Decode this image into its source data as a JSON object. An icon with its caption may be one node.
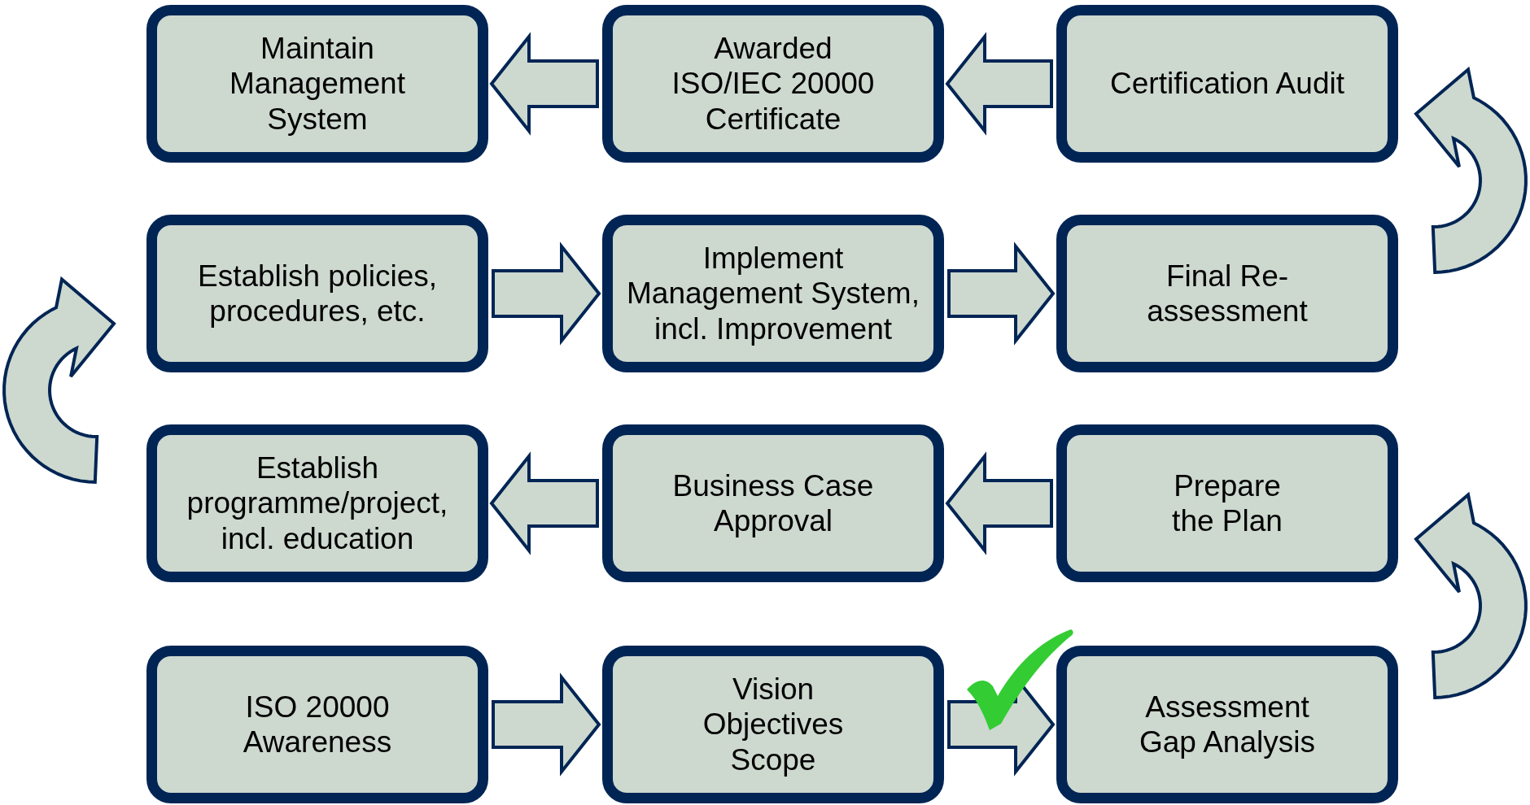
{
  "diagram": {
    "nodes": [
      {
        "text": [
          "Maintain Management System"
        ]
      },
      {
        "text": [
          "Awarded ISO/IEC 20000 Certificate"
        ]
      },
      {
        "text": [
          "Certification Audit"
        ]
      },
      {
        "text": [
          "Establish policies, procedures, etc."
        ]
      },
      {
        "text": [
          "Implement Management System, incl. Improvement"
        ]
      },
      {
        "text": [
          "Final Re-assessment"
        ]
      },
      {
        "text": [
          "Establish programme/project, incl. education"
        ]
      },
      {
        "text": [
          "Business Case Approval"
        ]
      },
      {
        "text": [
          "Prepare the Plan"
        ]
      },
      {
        "text": [
          "ISO 20000 Awareness"
        ]
      },
      {
        "text": [
          "Vision Objectives Scope"
        ]
      },
      {
        "text": [
          "Assessment Gap Analysis"
        ]
      }
    ],
    "edges": [
      {
        "from": 9,
        "to": 10,
        "arrow": "to"
      },
      {
        "from": 10,
        "to": 11,
        "arrow": "to"
      },
      {
        "from": 11,
        "to": 8,
        "arrow": "to"
      },
      {
        "from": 8,
        "to": 7,
        "arrow": "to"
      },
      {
        "from": 7,
        "to": 6,
        "arrow": "to"
      },
      {
        "from": 6,
        "to": 3,
        "arrow": "to"
      },
      {
        "from": 3,
        "to": 4,
        "arrow": "to"
      },
      {
        "from": 4,
        "to": 5,
        "arrow": "to"
      },
      {
        "from": 5,
        "to": 2,
        "arrow": "to"
      },
      {
        "from": 2,
        "to": 1,
        "arrow": "to"
      },
      {
        "from": 1,
        "to": 0,
        "arrow": "to"
      }
    ]
  }
}
